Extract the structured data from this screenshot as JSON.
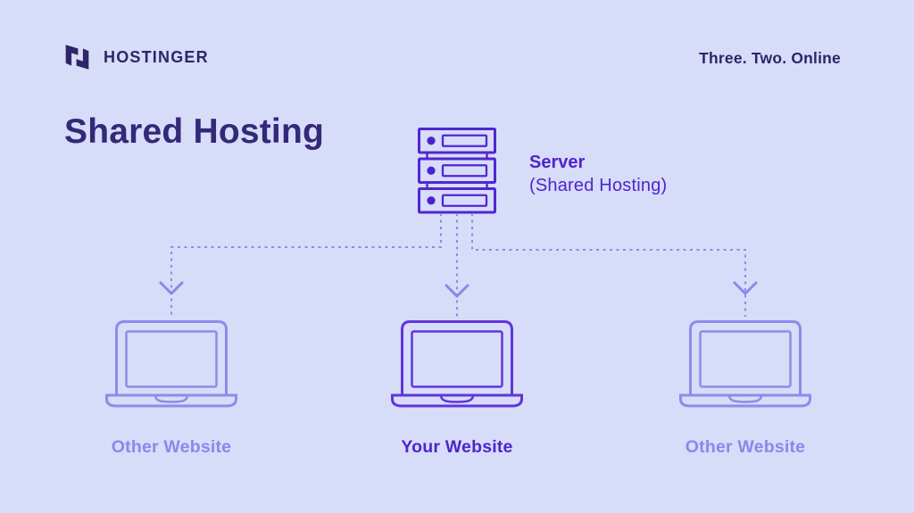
{
  "brand": {
    "name": "HOSTINGER",
    "tagline": "Three. Two. Online"
  },
  "page": {
    "title": "Shared Hosting"
  },
  "server": {
    "label": "Server",
    "sublabel": "(Shared Hosting)"
  },
  "websites": [
    {
      "label": "Other Website",
      "type": "other"
    },
    {
      "label": "Your Website",
      "type": "yours"
    },
    {
      "label": "Other Website",
      "type": "other"
    }
  ],
  "icons": {
    "logo": "hostinger-h-logo",
    "server": "server-rack-icon",
    "laptop": "laptop-icon",
    "arrow": "arrow-down-icon"
  },
  "colors": {
    "background": "#D7DCF8",
    "brand_navy": "#2F2468",
    "title_indigo": "#342879",
    "accent_violet": "#4F24CE",
    "server_stroke": "#5126D3",
    "laptop_highlight": "#6036DC",
    "connector_light": "#8D8BE9",
    "label_light": "#8C86EC"
  }
}
